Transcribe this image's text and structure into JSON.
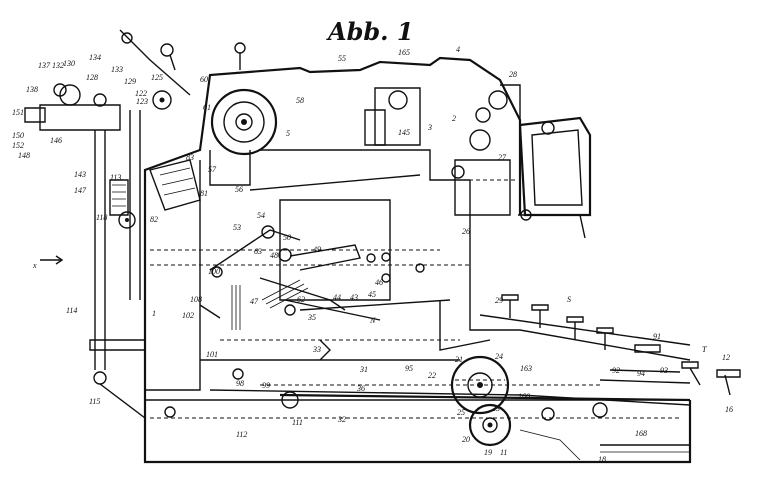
{
  "figure": {
    "title": "Abb. 1"
  },
  "labels": [
    {
      "id": "l165",
      "text": "165"
    },
    {
      "id": "l55",
      "text": "55"
    },
    {
      "id": "l4",
      "text": "4"
    },
    {
      "id": "l28",
      "text": "28"
    },
    {
      "id": "l60",
      "text": "60"
    },
    {
      "id": "l58",
      "text": "58"
    },
    {
      "id": "l61",
      "text": "61"
    },
    {
      "id": "l5",
      "text": "5"
    },
    {
      "id": "l145",
      "text": "145"
    },
    {
      "id": "l3",
      "text": "3"
    },
    {
      "id": "l2",
      "text": "2"
    },
    {
      "id": "l27",
      "text": "27"
    },
    {
      "id": "l134",
      "text": "134"
    },
    {
      "id": "l133",
      "text": "133"
    },
    {
      "id": "l132",
      "text": "132"
    },
    {
      "id": "l130",
      "text": "130"
    },
    {
      "id": "l137",
      "text": "137"
    },
    {
      "id": "l128",
      "text": "128"
    },
    {
      "id": "l129",
      "text": "129"
    },
    {
      "id": "l151",
      "text": "151"
    },
    {
      "id": "l150",
      "text": "150"
    },
    {
      "id": "l152",
      "text": "152"
    },
    {
      "id": "l146",
      "text": "146"
    },
    {
      "id": "l148",
      "text": "148"
    },
    {
      "id": "l143",
      "text": "143"
    },
    {
      "id": "l147",
      "text": "147"
    },
    {
      "id": "l118",
      "text": "118"
    },
    {
      "id": "l114",
      "text": "114"
    },
    {
      "id": "l115",
      "text": "115"
    },
    {
      "id": "l1",
      "text": "1"
    },
    {
      "id": "lx",
      "text": "x"
    },
    {
      "id": "l54",
      "text": "54"
    },
    {
      "id": "l53",
      "text": "53"
    },
    {
      "id": "l50",
      "text": "50"
    },
    {
      "id": "l48",
      "text": "48"
    },
    {
      "id": "l49",
      "text": "49"
    },
    {
      "id": "l63",
      "text": "63"
    },
    {
      "id": "l62",
      "text": "62"
    },
    {
      "id": "l44",
      "text": "44"
    },
    {
      "id": "l43",
      "text": "43"
    },
    {
      "id": "l45",
      "text": "45"
    },
    {
      "id": "l46",
      "text": "46"
    },
    {
      "id": "l47",
      "text": "47"
    },
    {
      "id": "lN",
      "text": "N"
    },
    {
      "id": "l100",
      "text": "100"
    },
    {
      "id": "l108",
      "text": "108"
    },
    {
      "id": "l102",
      "text": "102"
    },
    {
      "id": "l101",
      "text": "101"
    },
    {
      "id": "l35",
      "text": "35"
    },
    {
      "id": "l33",
      "text": "33"
    },
    {
      "id": "l22",
      "text": "22"
    },
    {
      "id": "l21",
      "text": "21"
    },
    {
      "id": "l24",
      "text": "24"
    },
    {
      "id": "l163",
      "text": "163"
    },
    {
      "id": "l160",
      "text": "160"
    },
    {
      "id": "l25",
      "text": "25"
    },
    {
      "id": "l20",
      "text": "20"
    },
    {
      "id": "l19",
      "text": "19"
    },
    {
      "id": "l11",
      "text": "11"
    },
    {
      "id": "l23",
      "text": "23"
    },
    {
      "id": "l92",
      "text": "92"
    },
    {
      "id": "l93",
      "text": "93"
    },
    {
      "id": "l94",
      "text": "94"
    },
    {
      "id": "l91",
      "text": "91"
    },
    {
      "id": "l98",
      "text": "98"
    },
    {
      "id": "l99",
      "text": "99"
    },
    {
      "id": "l112",
      "text": "112"
    },
    {
      "id": "l111",
      "text": "111"
    },
    {
      "id": "l32",
      "text": "32"
    },
    {
      "id": "l36",
      "text": "36"
    },
    {
      "id": "l31",
      "text": "31"
    },
    {
      "id": "l95",
      "text": "95"
    },
    {
      "id": "l18",
      "text": "18"
    },
    {
      "id": "l168",
      "text": "168"
    },
    {
      "id": "l16",
      "text": "16"
    },
    {
      "id": "l12",
      "text": "12"
    },
    {
      "id": "lS",
      "text": "S"
    },
    {
      "id": "lT",
      "text": "T"
    },
    {
      "id": "l29",
      "text": "29"
    },
    {
      "id": "l26",
      "text": "26"
    },
    {
      "id": "l83",
      "text": "83"
    },
    {
      "id": "l81",
      "text": "81"
    },
    {
      "id": "l82",
      "text": "82"
    },
    {
      "id": "l57",
      "text": "57"
    },
    {
      "id": "l56",
      "text": "56"
    },
    {
      "id": "l113",
      "text": "113"
    },
    {
      "id": "l122",
      "text": "122"
    },
    {
      "id": "l123",
      "text": "123"
    },
    {
      "id": "l125",
      "text": "125"
    },
    {
      "id": "l138",
      "text": "138"
    }
  ]
}
